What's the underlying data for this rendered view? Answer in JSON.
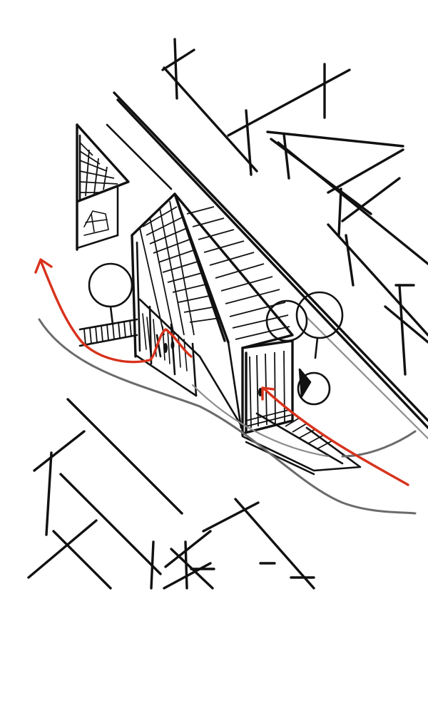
{
  "colors": {
    "ink": "#111111",
    "road_edge": "#6b6b6b",
    "circulation_arrow": "#d8321c",
    "paper": "#ffffff"
  },
  "drawing": {
    "elements": [
      "street-grid-lines",
      "main-building-gable-roof",
      "neighbor-house",
      "trees",
      "road-edge-curves",
      "entry-arrow",
      "exit-arrow"
    ]
  }
}
